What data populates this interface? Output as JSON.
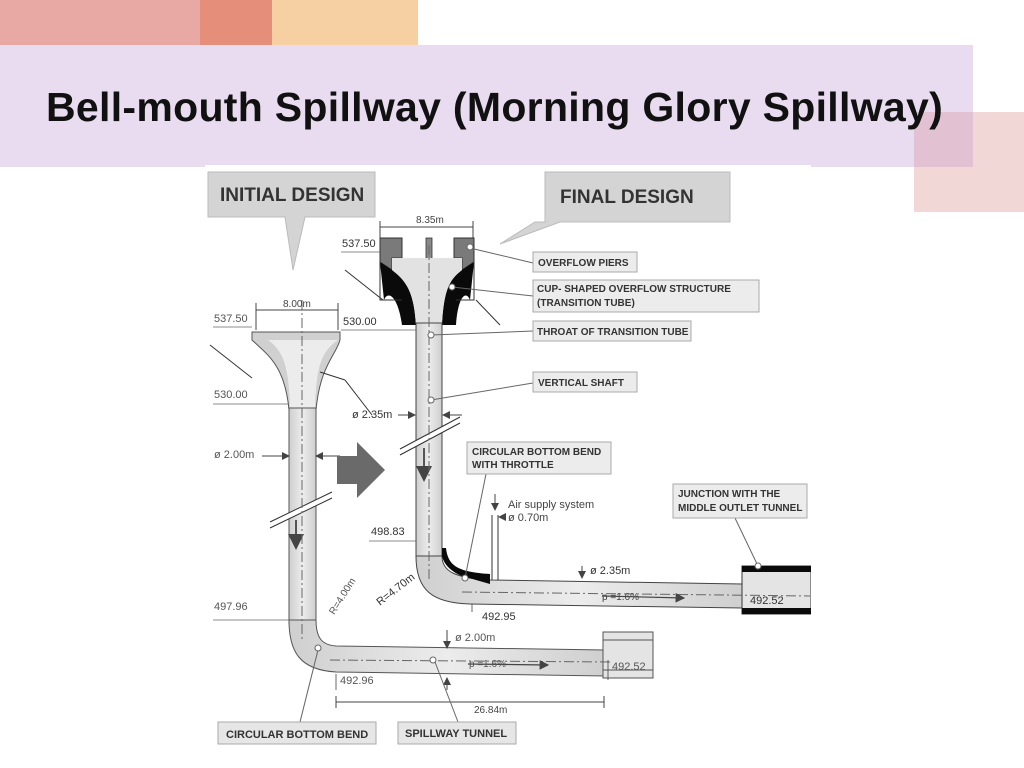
{
  "slide": {
    "title": "Bell-mouth Spillway (Morning Glory Spillway)"
  },
  "diagram": {
    "initial": {
      "heading": "INITIAL DESIGN",
      "width": "8.00m",
      "elev_top": "537.50",
      "elev_throat": "530.00",
      "diameter": "ø 2.00m",
      "elev_bend": "497.96",
      "radius": "R=4.00m",
      "elev_tunnel": "492.96",
      "tunnel_diameter": "ø 2.00m",
      "slope": "p =1.6%",
      "elev_outlet": "492.52",
      "length": "26.84m",
      "label_bend": "CIRCULAR BOTTOM BEND",
      "label_tunnel": "SPILLWAY TUNNEL"
    },
    "final": {
      "heading": "FINAL DESIGN",
      "width": "8.35m",
      "elev_top": "537.50",
      "elev_throat": "530.00",
      "diameter": "ø 2.35m",
      "elev_bend": "498.83",
      "radius": "R=4.70m",
      "elev_tunnel": "492.95",
      "tunnel_diameter": "ø 2.35m",
      "slope": "p =1.6%",
      "elev_outlet": "492.52",
      "air_supply": "Air supply system",
      "air_diameter": "ø 0.70m",
      "label_overflow_piers": "OVERFLOW PIERS",
      "label_cup_line1": "CUP- SHAPED OVERFLOW STRUCTURE",
      "label_cup_line2": "(TRANSITION TUBE)",
      "label_throat": "THROAT OF TRANSITION TUBE",
      "label_shaft": "VERTICAL SHAFT",
      "label_bend_line1": "CIRCULAR BOTTOM BEND",
      "label_bend_line2": "WITH THROTTLE",
      "label_junction_line1": "JUNCTION WITH THE",
      "label_junction_line2": "MIDDLE OUTLET TUNNEL"
    }
  },
  "colors": {
    "title_band": "#e9dcf0",
    "deco_salmon": "#e07a62",
    "deco_pink": "#e8a9a4",
    "deco_peach": "#f6cfa3",
    "deco_right": "#f0d0d0",
    "structure_fill": "#dcdcdc",
    "dark_fill": "#0a0a0a",
    "callout": "#d4d4d4"
  }
}
